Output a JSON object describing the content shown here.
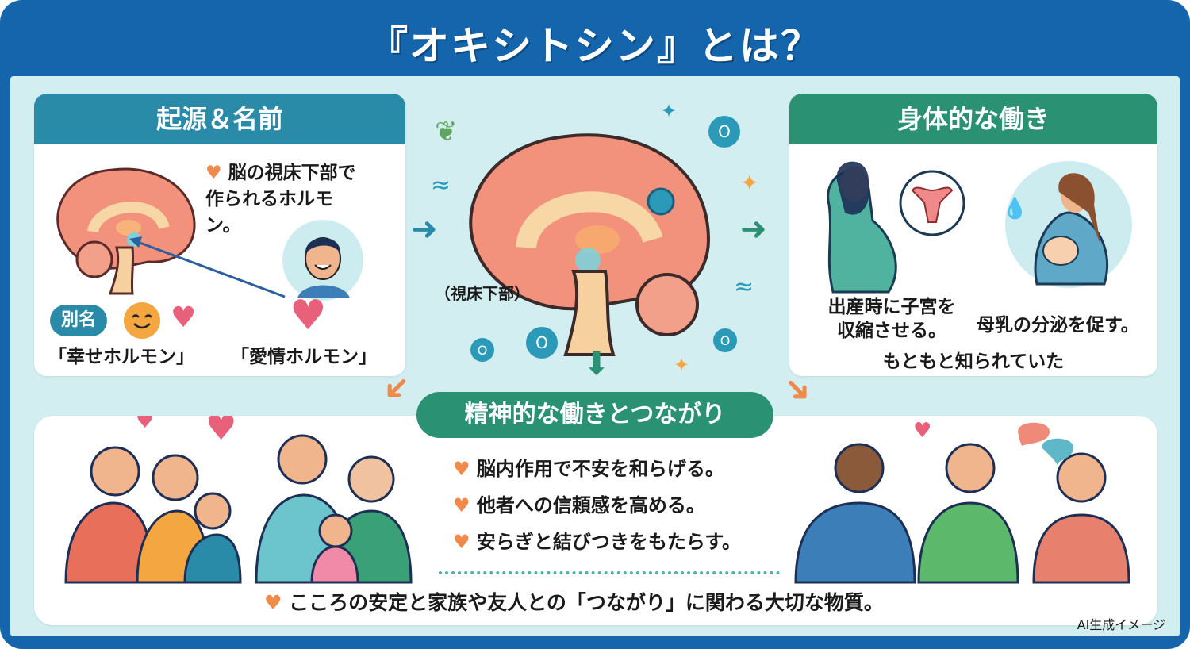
{
  "title": "『オキシトシン』とは？",
  "colors": {
    "frame_blue": "#1565ad",
    "inner_bg": "#d3eef0",
    "origin_header": "#2a8ba8",
    "physical_header": "#2a9173",
    "mental_pill": "#2a9173",
    "bullet_heart": "#f08a4b",
    "brain": "#f08a78"
  },
  "origin_panel": {
    "header": "起源＆名前",
    "description_line1": "脳の視床下部で",
    "description_line2": "作られるホルモ",
    "description_line3": "ン。",
    "alias_label": "別名",
    "alias1": "「幸せホルモン」",
    "alias2": "「愛情ホルモン」",
    "icons": [
      "brain-illustration",
      "smiling-man-avatar",
      "smiley-face-icon",
      "heart-icon"
    ]
  },
  "center": {
    "brain_label": "（視床下部）",
    "icons": [
      "brain-illustration",
      "oxytocin-molecule",
      "leaf-icon",
      "sparkle-icon",
      "wave-icon",
      "arrow-icon"
    ]
  },
  "physical_panel": {
    "header": "身体的な働き",
    "item1_line1": "出産時に子宮を",
    "item1_line2": "収縮させる。",
    "item2": "母乳の分泌を促す。",
    "footer": "もともと知られていた",
    "icons": [
      "pregnant-woman-illustration",
      "uterus-icon",
      "breastfeeding-mother-illustration",
      "water-drop-icon"
    ]
  },
  "mental_panel": {
    "header": "精神的な働きとつながり",
    "bullets": [
      "脳内作用で不安を和らげる。",
      "他者への信頼感を高める。",
      "安らぎと結びつきをもたらす。"
    ],
    "summary": "こころの安定と家族や友人との「つながり」に関わる大切な物質。",
    "icons": [
      "family-illustration",
      "friends-illustration",
      "speech-bubble-icon",
      "heart-icon"
    ]
  },
  "credit": "AI生成イメージ"
}
